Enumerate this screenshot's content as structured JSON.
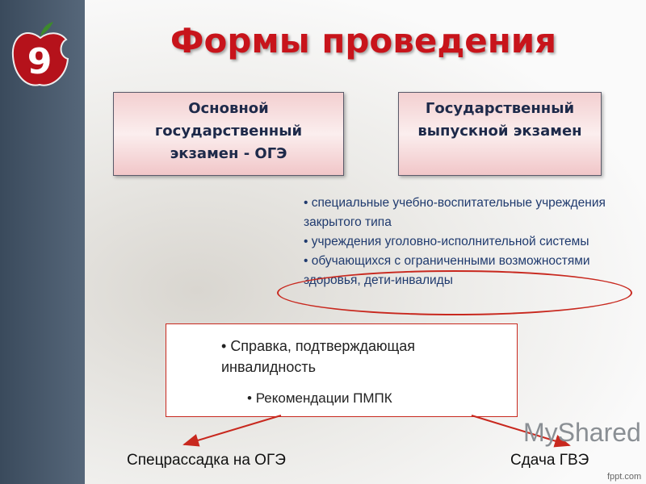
{
  "title": "Формы проведения",
  "boxes": [
    {
      "lines": [
        "Основной",
        "государственный",
        "экзамен - ОГЭ"
      ]
    },
    {
      "lines": [
        "Государственный",
        "выпускной экзамен"
      ]
    }
  ],
  "bullets": [
    "специальные учебно-воспитательные учреждения закрытого типа",
    "учреждения уголовно-исполнительной системы",
    "обучающихся с ограниченными возможностями здоровья, дети-инвалиды"
  ],
  "documents": {
    "item1": "Справка, подтверждающая инвалидность",
    "item2": "Рекомендации ПМПК"
  },
  "outcomes": {
    "left": "Спецрассадка на ОГЭ",
    "right": "Сдача ГВЭ"
  },
  "watermark": "MyShared",
  "footer": "fppt.com",
  "colors": {
    "title": "#c8141b",
    "accent": "#c8281e",
    "box_text": "#1e2a4a"
  }
}
